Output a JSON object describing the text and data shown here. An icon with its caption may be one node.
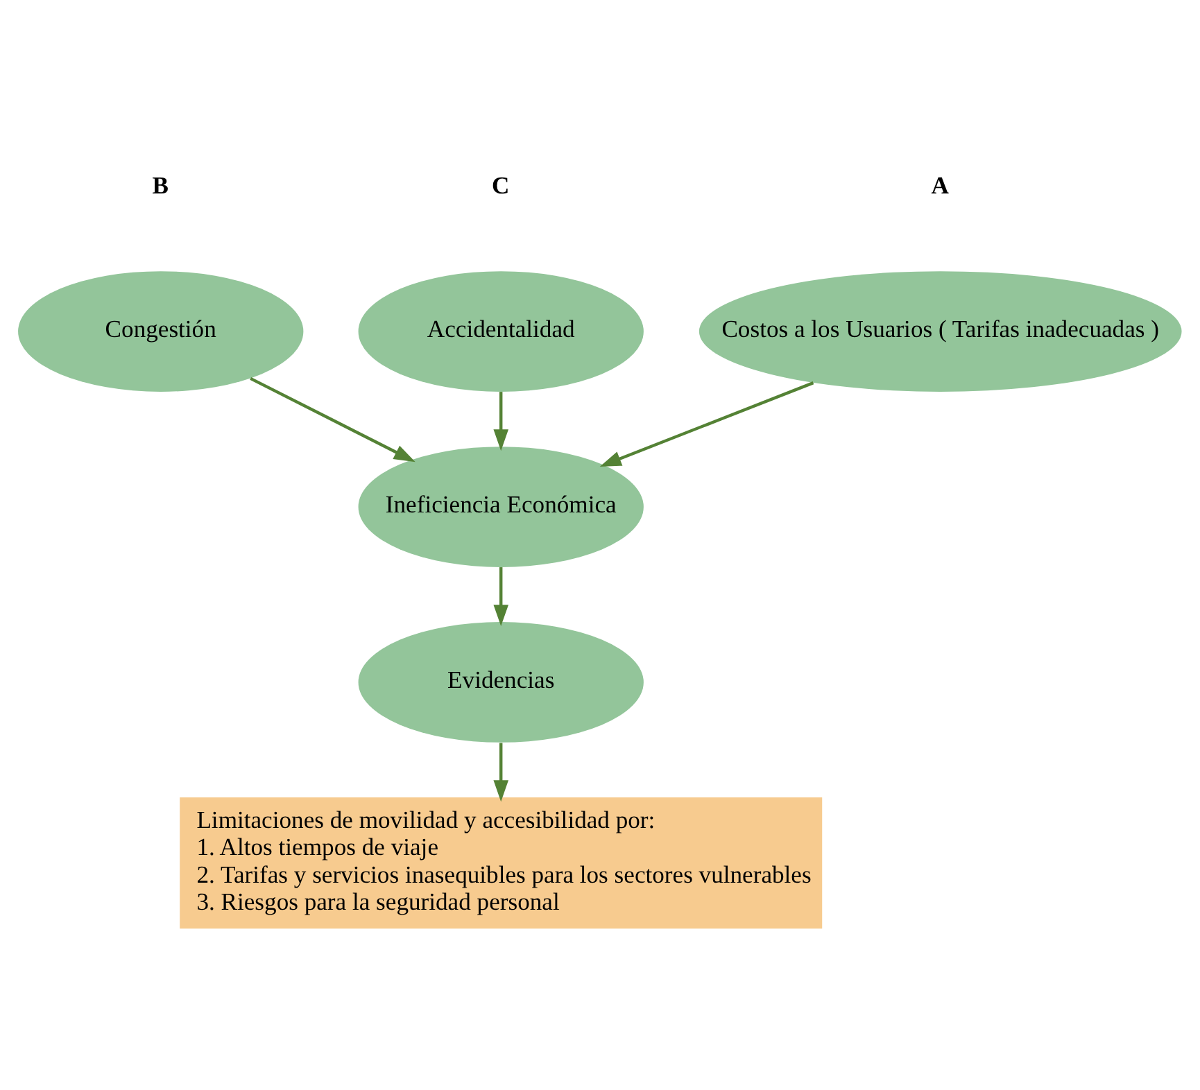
{
  "diagram": {
    "nodes": [
      {
        "text": [
          "Costos a los Usuarios ( Tarifas inadecuadas )"
        ]
      },
      {
        "text": [
          "Congestión"
        ]
      },
      {
        "text": [
          "Accidentalidad"
        ]
      },
      {
        "text": [
          "Ineficiencia Económica"
        ]
      },
      {
        "text": [
          "Evidencias"
        ]
      },
      {
        "text": [
          "Limitaciones de movilidad y accesibilidad por:",
          "1. Altos tiempos de viaje",
          "2. Tarifas y servicios inasequibles para los sectores vulnerables",
          "3. Riesgos para la seguridad personal"
        ]
      }
    ],
    "edges": [
      {
        "from": 0,
        "to": 3,
        "arrow": "to"
      },
      {
        "from": 1,
        "to": 3,
        "arrow": "to"
      },
      {
        "from": 2,
        "to": 3,
        "arrow": "to"
      },
      {
        "from": 3,
        "to": 4,
        "arrow": "to"
      },
      {
        "from": 4,
        "to": 5,
        "arrow": "to"
      }
    ],
    "labels": [
      "A",
      "B",
      "C"
    ]
  }
}
